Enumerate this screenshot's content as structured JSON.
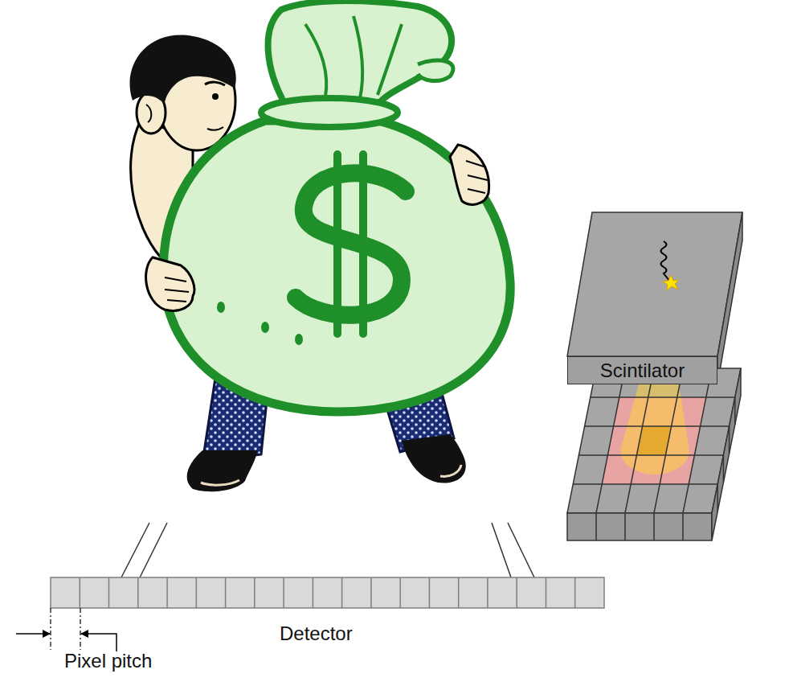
{
  "diagram": {
    "nodes": [
      {
        "text": [
          "Scintilator"
        ]
      }
    ],
    "labels": [
      "Detector",
      "Pixel pitch"
    ]
  }
}
